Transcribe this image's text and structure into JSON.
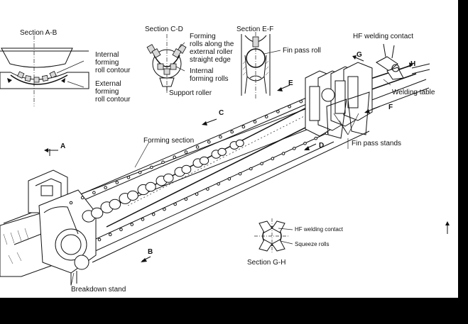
{
  "labels": {
    "section_ab": "Section A-B",
    "internal_forming_contour": "Internal\nforming\nroll contour",
    "external_forming_contour": "External\nforming\nroll contour",
    "section_cd": "Section C-D",
    "forming_rolls_note": "Forming\nrolls along the\nexternal roller\nstraight edge",
    "internal_forming_rolls": "Internal\nforming rolls",
    "support_roller": "Support roller",
    "section_ef": "Section E-F",
    "fin_pass_roll": "Fin pass roll",
    "hf_welding_contact_top": "HF welding contact",
    "welding_table": "Welding table",
    "forming_section": "Forming section",
    "fin_pass_stands": "Fin pass stands",
    "breakdown_stand": "Breakdown stand",
    "hf_welding_contact_gh": "HF welding contact",
    "squeeze_rolls": "Squeeze rolls",
    "section_gh": "Section G-H"
  },
  "letters": {
    "a": "A",
    "b": "B",
    "c": "C",
    "d": "D",
    "e": "E",
    "f": "F",
    "g": "G",
    "h": "H"
  }
}
